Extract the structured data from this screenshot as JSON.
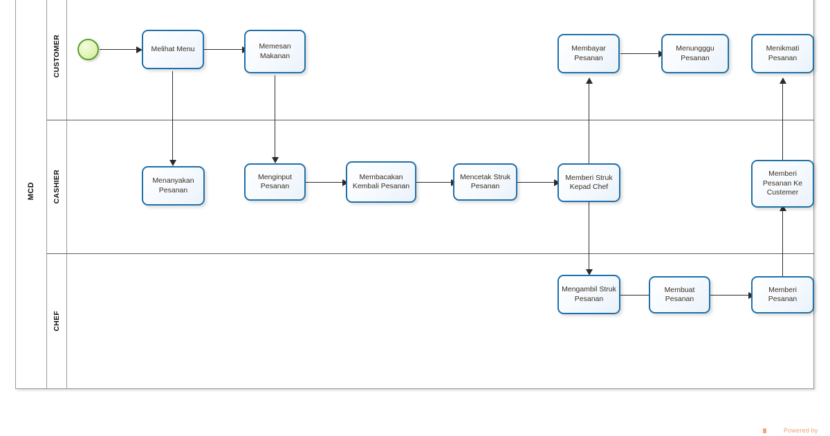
{
  "diagram": {
    "type": "bpmn-swimlane-flowchart",
    "pool": {
      "label": "MCD"
    },
    "lanes": [
      {
        "id": "customer",
        "label": "CUSTOMER"
      },
      {
        "id": "cashier",
        "label": "CASHIER"
      },
      {
        "id": "chef",
        "label": "CHEF"
      }
    ],
    "events": [
      {
        "name": "start-event",
        "lane": "customer",
        "shape": "circle",
        "label": ""
      }
    ],
    "tasks": [
      {
        "id": "t1",
        "lane": "customer",
        "label": "Melihat Menu"
      },
      {
        "id": "t2",
        "lane": "customer",
        "label": "Memesan Makanan"
      },
      {
        "id": "t3",
        "lane": "customer",
        "label": "Membayar Pesanan"
      },
      {
        "id": "t4",
        "lane": "customer",
        "label": "Menungggu Pesanan"
      },
      {
        "id": "t5",
        "lane": "customer",
        "label": "Menikmati Pesanan"
      },
      {
        "id": "t6",
        "lane": "cashier",
        "label": "Menanyakan Pesanan"
      },
      {
        "id": "t7",
        "lane": "cashier",
        "label": "Menginput Pesanan"
      },
      {
        "id": "t8",
        "lane": "cashier",
        "label": "Membacakan Kembali Pesanan"
      },
      {
        "id": "t9",
        "lane": "cashier",
        "label": "Mencetak Struk Pesanan"
      },
      {
        "id": "t10",
        "lane": "cashier",
        "label": "Memberi Struk Kepad Chef"
      },
      {
        "id": "t11",
        "lane": "cashier",
        "label": "Memberi Pesanan Ke Custemer"
      },
      {
        "id": "t12",
        "lane": "chef",
        "label": "Mengambil Struk Pesanan"
      },
      {
        "id": "t13",
        "lane": "chef",
        "label": "Membuat Pesanan"
      },
      {
        "id": "t14",
        "lane": "chef",
        "label": "Memberi Pesanan"
      }
    ],
    "flows": [
      {
        "from": "start-event",
        "to": "t1",
        "direction": "right"
      },
      {
        "from": "t1",
        "to": "t2",
        "direction": "right"
      },
      {
        "from": "t1",
        "to": "t6",
        "direction": "down"
      },
      {
        "from": "t2",
        "to": "t7",
        "direction": "down"
      },
      {
        "from": "t7",
        "to": "t8",
        "direction": "right"
      },
      {
        "from": "t8",
        "to": "t9",
        "direction": "right"
      },
      {
        "from": "t9",
        "to": "t10",
        "direction": "right"
      },
      {
        "from": "t10",
        "to": "t3",
        "direction": "up"
      },
      {
        "from": "t10",
        "to": "t12",
        "direction": "down"
      },
      {
        "from": "t3",
        "to": "t4",
        "direction": "right"
      },
      {
        "from": "t12",
        "to": "t13",
        "direction": "right"
      },
      {
        "from": "t13",
        "to": "t14",
        "direction": "right"
      },
      {
        "from": "t14",
        "to": "t11",
        "direction": "up"
      },
      {
        "from": "t11",
        "to": "t5",
        "direction": "up"
      }
    ],
    "colors": {
      "task_border": "#1F6FA8",
      "task_fill": "#F5FAFF",
      "start_border": "#5F9C2B",
      "start_fill": "#DDF0AE",
      "lane_border": "#9A9A9A",
      "connector": "#2B2B2B",
      "text": "#3A2C20",
      "watermark": "#F0A07A"
    }
  },
  "watermark": {
    "text": "Powered by"
  }
}
